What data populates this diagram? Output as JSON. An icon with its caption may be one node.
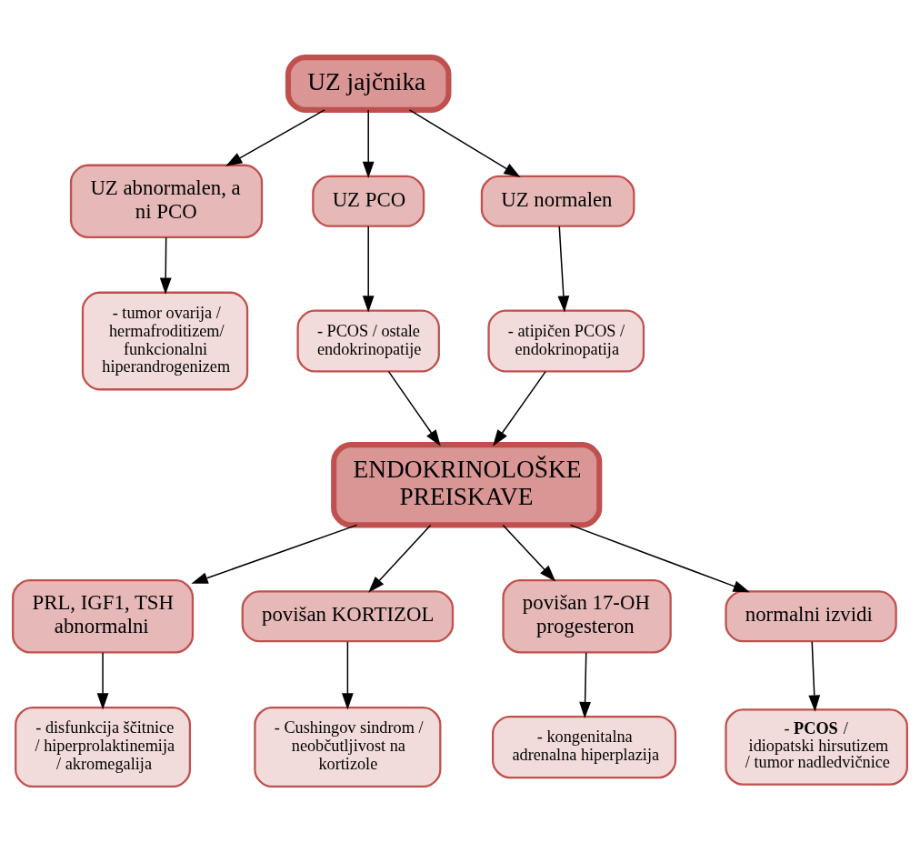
{
  "diagram": {
    "nodes": [
      {
        "text": [
          "UZ jajčnika"
        ]
      },
      {
        "text": [
          "UZ abnormalen, a ni PCO"
        ]
      },
      {
        "text": [
          "UZ PCO"
        ]
      },
      {
        "text": [
          "UZ normalen"
        ]
      },
      {
        "text": [
          "- tumor ovarija / hermafroditizem/ funkcionalni hiperandrogenizem"
        ]
      },
      {
        "text": [
          "- PCOS / ostale endokrinopatije"
        ]
      },
      {
        "text": [
          "- atipičen PCOS / endokrinopatija"
        ]
      },
      {
        "text": [
          "ENDOKRINOLOŠKE PREISKAVE"
        ]
      },
      {
        "text": [
          "PRL, IGF1, TSH abnormalni"
        ]
      },
      {
        "text": [
          "povišan KORTIZOL"
        ]
      },
      {
        "text": [
          "povišan 17-OH progesteron"
        ]
      },
      {
        "text": [
          "normalni izvidi"
        ]
      },
      {
        "text": [
          "- disfunkcija ščitnice / hiperprolaktinemija / akromegalija"
        ]
      },
      {
        "text": [
          "- Cushingov sindrom / neobčutljivost na kortizole"
        ]
      },
      {
        "text": [
          "- kongenitalna adrenalna hiperplazija"
        ]
      },
      {
        "text": [
          "- **PCOS** / idiopatski hirsutizem / tumor nadledvičnice"
        ]
      }
    ],
    "edges": [
      {
        "from": 0,
        "to": 1,
        "arrow": "to"
      },
      {
        "from": 0,
        "to": 2,
        "arrow": "to"
      },
      {
        "from": 0,
        "to": 3,
        "arrow": "to"
      },
      {
        "from": 1,
        "to": 4,
        "arrow": "to"
      },
      {
        "from": 2,
        "to": 5,
        "arrow": "to"
      },
      {
        "from": 3,
        "to": 6,
        "arrow": "to"
      },
      {
        "from": 5,
        "to": 7,
        "arrow": "to"
      },
      {
        "from": 6,
        "to": 7,
        "arrow": "to"
      },
      {
        "from": 7,
        "to": 8,
        "arrow": "to"
      },
      {
        "from": 7,
        "to": 9,
        "arrow": "to"
      },
      {
        "from": 7,
        "to": 10,
        "arrow": "to"
      },
      {
        "from": 7,
        "to": 11,
        "arrow": "to"
      },
      {
        "from": 8,
        "to": 12,
        "arrow": "to"
      },
      {
        "from": 9,
        "to": 13,
        "arrow": "to"
      },
      {
        "from": 10,
        "to": 14,
        "arrow": "to"
      },
      {
        "from": 11,
        "to": 15,
        "arrow": "to"
      }
    ]
  }
}
